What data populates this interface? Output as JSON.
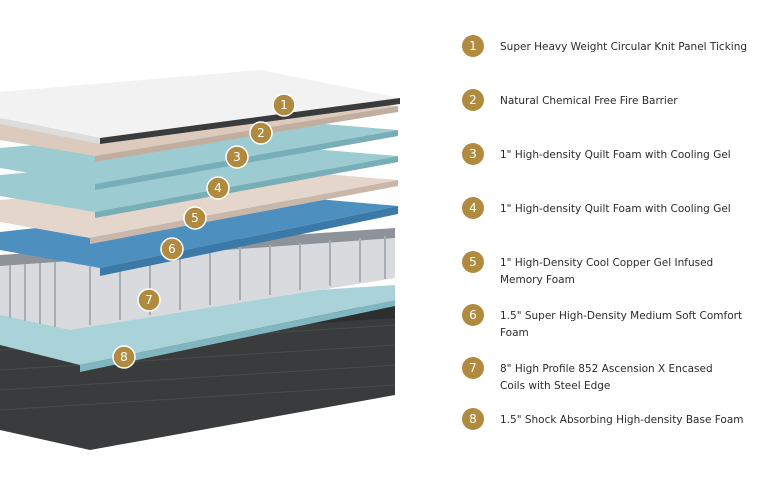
{
  "colors": {
    "badge": "#b08a3e",
    "text": "#2b2b2b",
    "base": "#3a3b3d",
    "teal": "#8fc3cc",
    "blue": "#4d8fbf",
    "tan": "#d9c9bc",
    "coils": "#d8dadd",
    "top": "#f2f2f2"
  },
  "layers": [
    {
      "number": "1",
      "label": "Super Heavy Weight Circular Knit Panel Ticking"
    },
    {
      "number": "2",
      "label": "Natural Chemical Free Fire Barrier"
    },
    {
      "number": "3",
      "label": "1\" High-density Quilt Foam with Cooling Gel"
    },
    {
      "number": "4",
      "label": "1\" High-density Quilt Foam with Cooling Gel"
    },
    {
      "number": "5",
      "label": "1\" High-Density Cool Copper Gel Infused\nMemory Foam"
    },
    {
      "number": "6",
      "label": "1.5\" Super High-Density Medium Soft Comfort Foam"
    },
    {
      "number": "7",
      "label": "8\" High Profile 852 Ascension X Encased\nCoils with Steel Edge"
    },
    {
      "number": "8",
      "label": "1.5\" Shock Absorbing High-density Base Foam"
    }
  ]
}
